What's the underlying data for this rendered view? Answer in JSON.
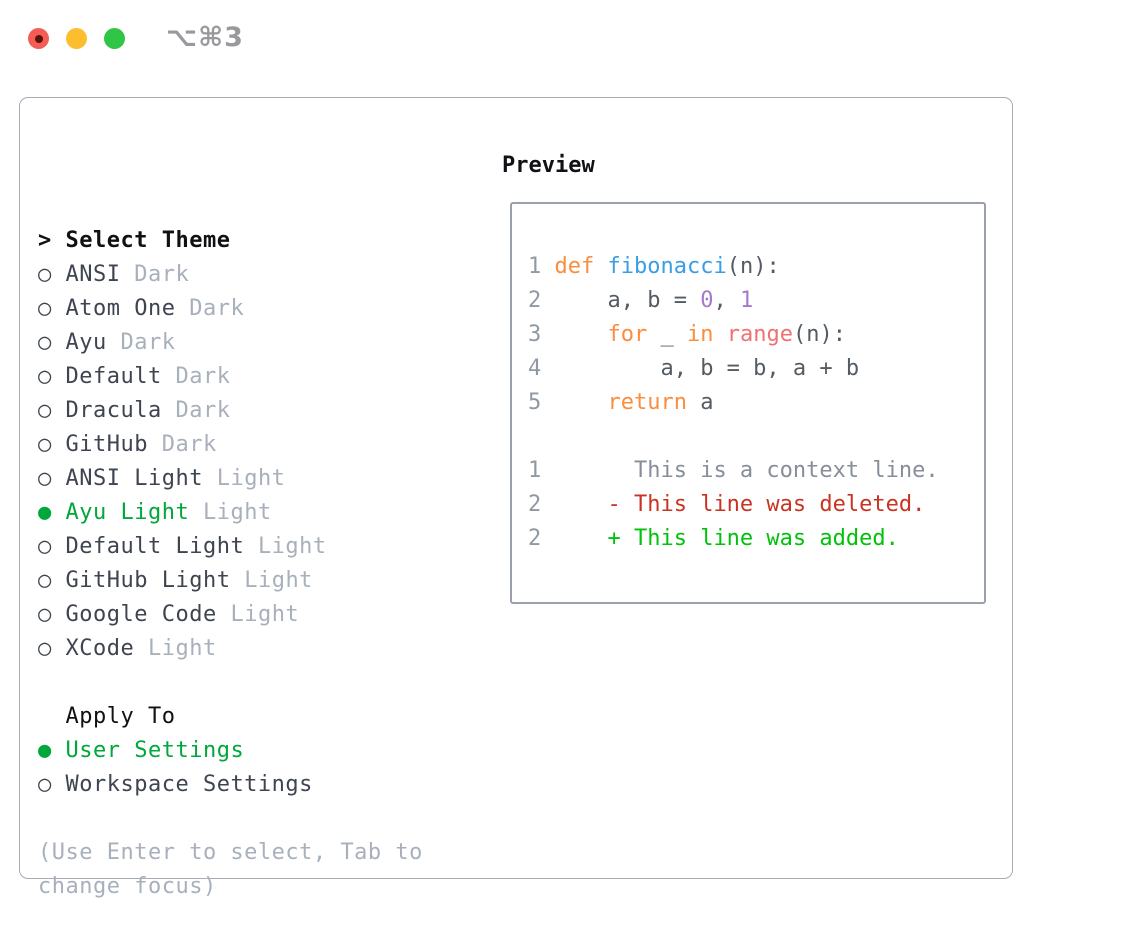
{
  "window": {
    "title_shortcut": "⌥⌘3"
  },
  "traffic_lights": [
    {
      "name": "close"
    },
    {
      "name": "minimize"
    },
    {
      "name": "zoom"
    }
  ],
  "theme_selector": {
    "prompt": ">",
    "heading": "Select Theme",
    "radio_empty": "○",
    "radio_filled": "●",
    "items": [
      {
        "name": "ANSI",
        "variant": "Dark",
        "selected": false
      },
      {
        "name": "Atom One",
        "variant": "Dark",
        "selected": false
      },
      {
        "name": "Ayu",
        "variant": "Dark",
        "selected": false
      },
      {
        "name": "Default",
        "variant": "Dark",
        "selected": false
      },
      {
        "name": "Dracula",
        "variant": "Dark",
        "selected": false
      },
      {
        "name": "GitHub",
        "variant": "Dark",
        "selected": false
      },
      {
        "name": "ANSI Light",
        "variant": "Light",
        "selected": false
      },
      {
        "name": "Ayu Light",
        "variant": "Light",
        "selected": true
      },
      {
        "name": "Default Light",
        "variant": "Light",
        "selected": false
      },
      {
        "name": "GitHub Light",
        "variant": "Light",
        "selected": false
      },
      {
        "name": "Google Code",
        "variant": "Light",
        "selected": false
      },
      {
        "name": "XCode",
        "variant": "Light",
        "selected": false
      }
    ]
  },
  "apply_to": {
    "heading": "Apply To",
    "options": [
      {
        "label": "User Settings",
        "selected": true
      },
      {
        "label": "Workspace Settings",
        "selected": false
      }
    ]
  },
  "hint": {
    "line1": "(Use Enter to select, Tab to",
    "line2": "change focus)"
  },
  "preview": {
    "heading": "Preview",
    "code_lines": [
      {
        "no": "1",
        "tokens": [
          {
            "text": "def",
            "type": "keyword"
          },
          {
            "text": " ",
            "type": "plain"
          },
          {
            "text": "fibonacci",
            "type": "function"
          },
          {
            "text": "(n):",
            "type": "plain"
          }
        ]
      },
      {
        "no": "2",
        "tokens": [
          {
            "text": "    a, b = ",
            "type": "plain"
          },
          {
            "text": "0",
            "type": "number"
          },
          {
            "text": ", ",
            "type": "plain"
          },
          {
            "text": "1",
            "type": "number"
          }
        ]
      },
      {
        "no": "3",
        "tokens": [
          {
            "text": "    ",
            "type": "plain"
          },
          {
            "text": "for",
            "type": "keyword"
          },
          {
            "text": " _ ",
            "type": "plain"
          },
          {
            "text": "in",
            "type": "keyword"
          },
          {
            "text": " ",
            "type": "plain"
          },
          {
            "text": "range",
            "type": "builtin"
          },
          {
            "text": "(n):",
            "type": "plain"
          }
        ]
      },
      {
        "no": "4",
        "tokens": [
          {
            "text": "        a, b = b, a + b",
            "type": "plain"
          }
        ]
      },
      {
        "no": "5",
        "tokens": [
          {
            "text": "    ",
            "type": "plain"
          },
          {
            "text": "return",
            "type": "keyword"
          },
          {
            "text": " a",
            "type": "plain"
          }
        ]
      }
    ],
    "diff_lines": [
      {
        "no": "1",
        "type": "context",
        "text": "      This is a context line."
      },
      {
        "no": "2",
        "type": "deleted",
        "text": "    - This line was deleted."
      },
      {
        "no": "2",
        "type": "added",
        "text": "    + This line was added."
      }
    ]
  },
  "colors": {
    "accent_green": "#00a73a",
    "keyword": "#fa8d3e",
    "function": "#399ee6",
    "builtin": "#f07171",
    "number": "#a37acc",
    "plain_code": "#545b63",
    "line_number": "#8f98a3",
    "diff_context": "#868e99",
    "diff_deleted": "#c93422",
    "diff_added": "#00c20a",
    "list_text": "#3e4450",
    "muted": "#a8b0bc",
    "heading": "#101114",
    "border": "#a6adb7",
    "traffic_red": "#f25e56",
    "traffic_yellow": "#fcbd2e",
    "traffic_green": "#31c546"
  }
}
